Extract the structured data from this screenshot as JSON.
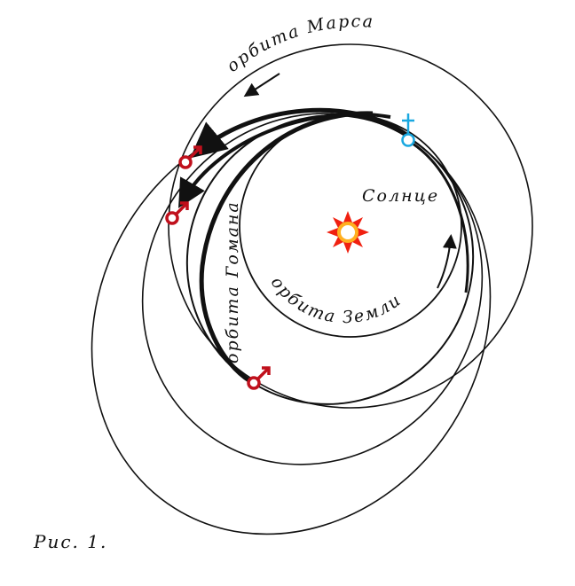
{
  "figure": {
    "caption": "Рис. 1.",
    "labels": {
      "mars_orbit": "орбита Марса",
      "earth_orbit": "орбита Земли",
      "hohmann_orbit": "орбита Гомана",
      "sun": "Солнце"
    },
    "colors": {
      "line": "#111111",
      "mars": "#c0101c",
      "earth": "#1aa8e0",
      "sun_outer": "#f02010",
      "sun_inner": "#ffb020"
    },
    "icons": [
      "sun-icon",
      "earth-symbol-icon",
      "mars-symbol-icon"
    ]
  }
}
